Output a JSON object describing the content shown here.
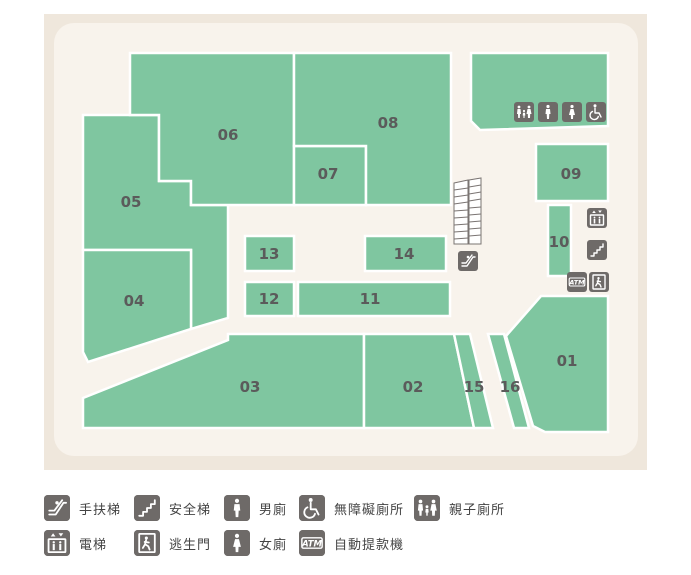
{
  "map": {
    "units": [
      {
        "id": "unit-01",
        "label": "01"
      },
      {
        "id": "unit-02",
        "label": "02"
      },
      {
        "id": "unit-03",
        "label": "03"
      },
      {
        "id": "unit-04",
        "label": "04"
      },
      {
        "id": "unit-05",
        "label": "05"
      },
      {
        "id": "unit-06",
        "label": "06"
      },
      {
        "id": "unit-07",
        "label": "07"
      },
      {
        "id": "unit-08",
        "label": "08"
      },
      {
        "id": "unit-09",
        "label": "09"
      },
      {
        "id": "unit-10",
        "label": "10"
      },
      {
        "id": "unit-11",
        "label": "11"
      },
      {
        "id": "unit-12",
        "label": "12"
      },
      {
        "id": "unit-13",
        "label": "13"
      },
      {
        "id": "unit-14",
        "label": "14"
      },
      {
        "id": "unit-15",
        "label": "15"
      },
      {
        "id": "unit-16",
        "label": "16"
      }
    ],
    "colors": {
      "unit_fill": "#7fc6a0",
      "floor_fill": "#f8f3ec",
      "frame_fill": "#efe7dc",
      "icon_bg": "#6e6a68",
      "label_text": "#5b5b5b"
    },
    "atm_text": "ATM"
  },
  "legend": {
    "items": [
      {
        "icon": "escalator-icon",
        "label": "手扶梯"
      },
      {
        "icon": "stairs-icon",
        "label": "安全梯"
      },
      {
        "icon": "mens-restroom-icon",
        "label": "男廁"
      },
      {
        "icon": "accessible-restroom-icon",
        "label": "無障礙廁所"
      },
      {
        "icon": "family-restroom-icon",
        "label": "親子廁所"
      },
      {
        "icon": "elevator-icon",
        "label": "電梯"
      },
      {
        "icon": "emergency-exit-icon",
        "label": "逃生門"
      },
      {
        "icon": "womens-restroom-icon",
        "label": "女廁"
      },
      {
        "icon": "atm-icon",
        "label": "自動提款機"
      }
    ]
  }
}
